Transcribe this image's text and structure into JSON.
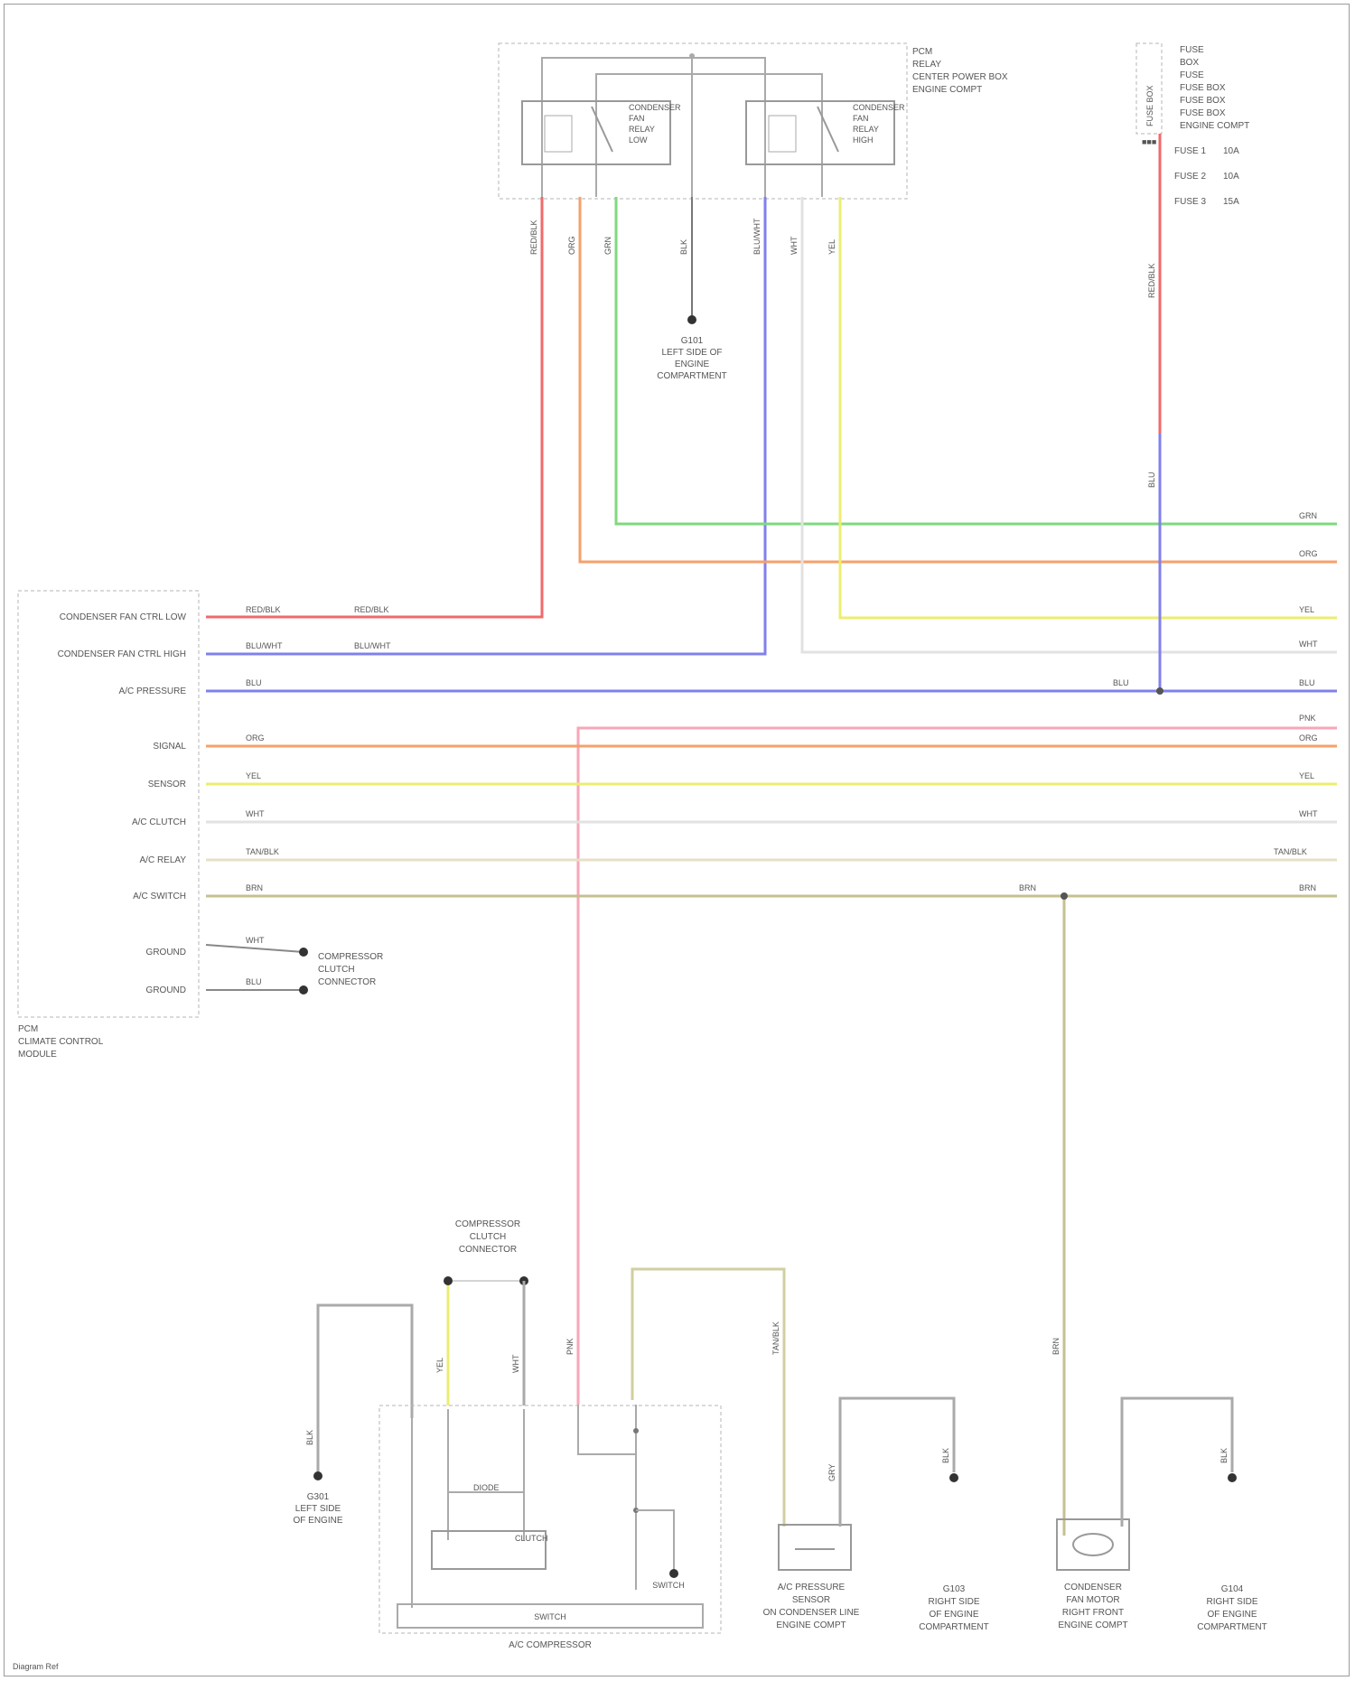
{
  "blurred_placeholder_text": "■■■",
  "relay_box": {
    "title_lines": [
      "PCM",
      "RELAY",
      "CENTER POWER BOX",
      "ENGINE COMPT"
    ],
    "relay_left_lines": [
      "CONDENSER",
      "FAN",
      "RELAY",
      "LOW"
    ],
    "relay_right_lines": [
      "CONDENSER",
      "FAN",
      "RELAY",
      "HIGH"
    ]
  },
  "fuse_box": {
    "side_label": "FUSE BOX",
    "title_lines": [
      "FUSE",
      "BOX",
      "FUSE",
      "FUSE BOX",
      "FUSE BOX",
      "FUSE BOX",
      "ENGINE COMPT"
    ],
    "fuse_labels": [
      "FUSE 1",
      "FUSE 2",
      "FUSE 3"
    ],
    "fuse_values": [
      "10A",
      "10A",
      "15A"
    ]
  },
  "ground_top": {
    "lines": [
      "G101",
      "LEFT SIDE OF",
      "ENGINE",
      "COMPARTMENT"
    ]
  },
  "module": {
    "pins": [
      "CONDENSER FAN CTRL LOW",
      "CONDENSER FAN CTRL HIGH",
      "A/C PRESSURE",
      "SIGNAL",
      "SENSOR",
      "A/C CLUTCH",
      "A/C RELAY",
      "A/C SWITCH",
      "GROUND",
      "GROUND"
    ],
    "caption_lines": [
      "PCM",
      "CLIMATE CONTROL",
      "MODULE"
    ]
  },
  "wires": {
    "red": "RED/BLK",
    "blue": "BLU/WHT",
    "blu": "BLU",
    "org": "ORG",
    "yel": "YEL",
    "wht": "WHT",
    "tan": "TAN/BLK",
    "brn": "BRN",
    "grn": "GRN",
    "pnk": "PNK",
    "blk": "BLK",
    "gry": "GRY"
  },
  "connector_mid": {
    "lines": [
      "COMPRESSOR",
      "CLUTCH",
      "CONNECTOR"
    ]
  },
  "connector_bottom": {
    "lines": [
      "COMPRESSOR",
      "CLUTCH",
      "CONNECTOR"
    ]
  },
  "ground_left": {
    "lines": [
      "G301",
      "LEFT SIDE",
      "OF ENGINE"
    ]
  },
  "compressor": {
    "caption": "A/C COMPRESSOR",
    "clutch_label": "CLUTCH",
    "diode_label": "DIODE",
    "motor_label": "SWITCH",
    "switch_label": "SWITCH"
  },
  "pressure_sensor": {
    "lines": [
      "A/C PRESSURE",
      "SENSOR",
      "ON CONDENSER LINE",
      "ENGINE COMPT"
    ]
  },
  "ground_right1": {
    "lines": [
      "G103",
      "RIGHT SIDE",
      "OF ENGINE",
      "COMPARTMENT"
    ]
  },
  "fan_motor": {
    "lines": [
      "CONDENSER",
      "FAN MOTOR",
      "RIGHT FRONT",
      "ENGINE COMPT"
    ]
  },
  "ground_right2": {
    "lines": [
      "G104",
      "RIGHT SIDE",
      "OF ENGINE",
      "COMPARTMENT"
    ]
  },
  "footer": "Diagram Ref"
}
